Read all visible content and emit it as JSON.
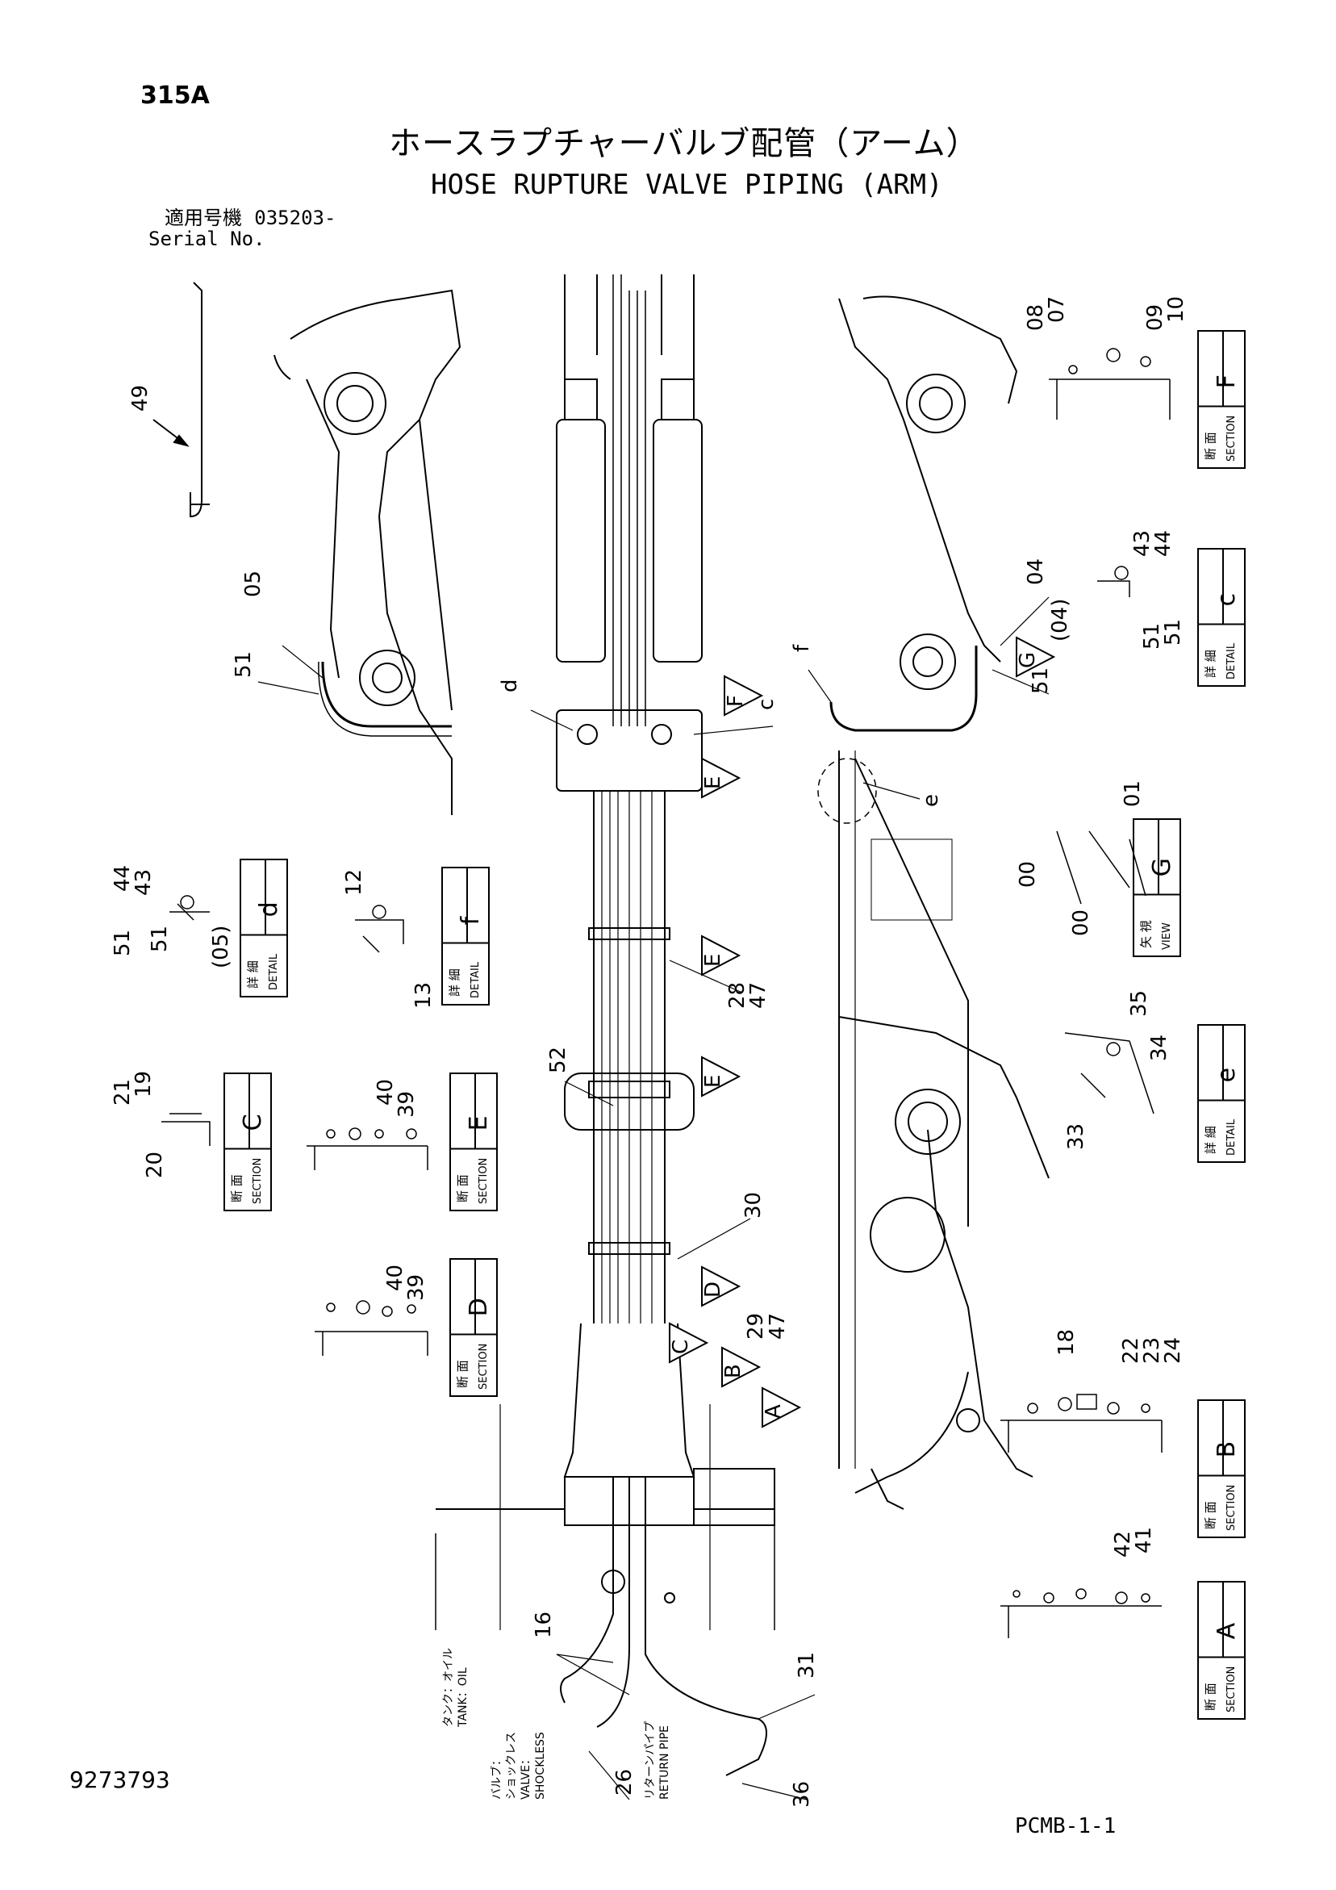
{
  "header": {
    "page_code": "315A",
    "title_jp": "ホースラプチャーバルブ配管（アーム）",
    "title_en": "HOSE RUPTURE VALVE PIPING (ARM)",
    "serial_label_jp": "適用号機",
    "serial_value": "035203-",
    "serial_label_en": "Serial No."
  },
  "footer": {
    "part_number": "9273793",
    "sheet_id": "PCMB-1-1"
  },
  "labels": {
    "section_jp": "断 面",
    "section_en": "SECTION",
    "detail_jp": "詳 細",
    "detail_en": "DETAIL",
    "view_jp": "矢 視",
    "view_en": "VIEW"
  },
  "boxes": {
    "section_F": "F",
    "section_E": "E",
    "section_D": "D",
    "section_C": "C",
    "section_B": "B",
    "section_A": "A",
    "detail_c": "c",
    "detail_d": "d",
    "detail_e": "e",
    "detail_f": "f",
    "view_G": "G"
  },
  "arrow_markers": {
    "F": "F",
    "E1": "E",
    "E2": "E",
    "E3": "E",
    "D": "D",
    "C": "C",
    "B": "B",
    "A": "A",
    "G": "G"
  },
  "callouts": {
    "c49": "49",
    "c05": "05",
    "c51_left": "51",
    "c44_d": "44",
    "c43_d": "43",
    "c51_d1": "51",
    "c51_d2": "51",
    "c05_d": "(05)",
    "c12": "12",
    "c13": "13",
    "c21": "21",
    "c19": "19",
    "c20": "20",
    "c40_e": "40",
    "c39_e": "39",
    "c40_d": "40",
    "c39_d": "39",
    "c_d": "d",
    "c_c": "c",
    "c_f": "f",
    "c_e": "e",
    "c28": "28",
    "c47_a": "47",
    "c52": "52",
    "c30": "30",
    "c29": "29",
    "c47_b": "47",
    "c16": "16",
    "c26": "26",
    "c31": "31",
    "c36": "36",
    "c08": "08",
    "c07": "07",
    "c09": "09",
    "c10": "10",
    "c04": "04",
    "c04p": "(04)",
    "c51_r1": "51",
    "c51_r2": "51",
    "c43_c": "43",
    "c44_c": "44",
    "c51_c": "51",
    "c01": "01",
    "c00_a": "00",
    "c00_b": "00",
    "c35": "35",
    "c34": "34",
    "c33": "33",
    "c18": "18",
    "c22": "22",
    "c23": "23",
    "c24": "24",
    "c42": "42",
    "c41": "41"
  },
  "notes": {
    "tank_jp": "タンク：オイル",
    "tank_en": "TANK：OIL",
    "valve_jp": "バルブ：",
    "valve_jp2": "ショックレス",
    "valve_en": "VALVE：",
    "valve_en2": "SHOCKLESS",
    "return_jp": "リターンパイプ",
    "return_en": "RETURN PIPE"
  }
}
